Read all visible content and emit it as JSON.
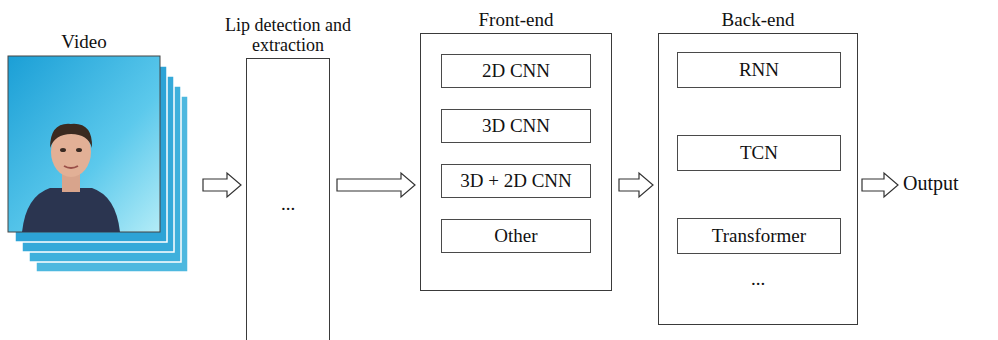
{
  "diagram": {
    "nodes": [
      {
        "text": [
          "Video"
        ]
      },
      {
        "text": [
          "Lip detection and extraction",
          "..."
        ]
      },
      {
        "text": [
          "Front-end"
        ]
      },
      {
        "text": [
          "2D CNN"
        ],
        "in": 2
      },
      {
        "text": [
          "3D CNN"
        ],
        "in": 2
      },
      {
        "text": [
          "3D + 2D CNN"
        ],
        "in": 2
      },
      {
        "text": [
          "Other"
        ],
        "in": 2
      },
      {
        "text": [
          "Back-end",
          "..."
        ]
      },
      {
        "text": [
          "RNN"
        ],
        "in": 7
      },
      {
        "text": [
          "TCN"
        ],
        "in": 7
      },
      {
        "text": [
          "Transformer"
        ],
        "in": 7
      }
    ],
    "edges": [
      {
        "from": 0,
        "to": 1,
        "arrow": "to"
      },
      {
        "from": 1,
        "to": 2,
        "arrow": "to"
      },
      {
        "from": 2,
        "to": 7,
        "arrow": "to"
      }
    ],
    "labels": [
      "Output"
    ]
  }
}
